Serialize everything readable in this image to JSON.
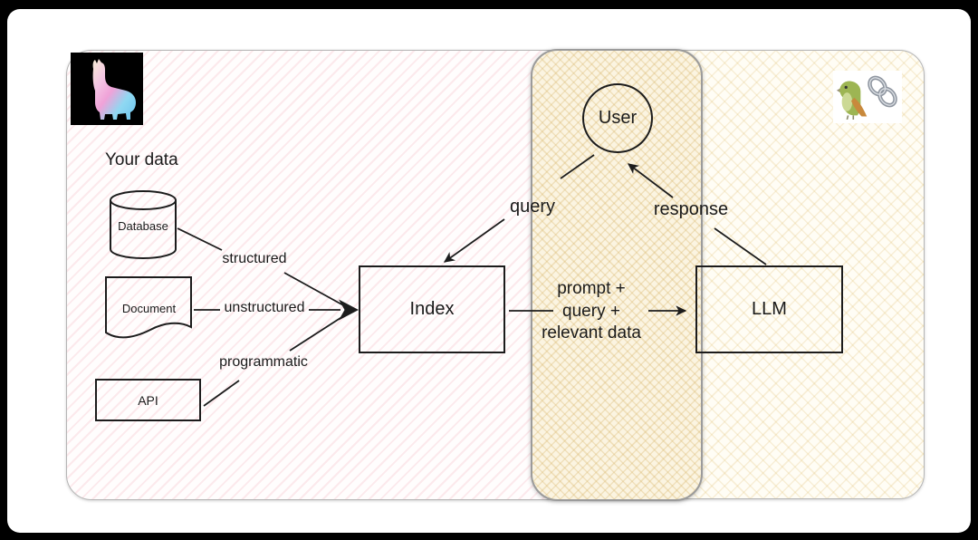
{
  "slide": {
    "bg_color": "#ffffff",
    "frame_color": "#000000"
  },
  "logos": {
    "llamaindex": {
      "icon": "llama-icon",
      "bg": "#000000",
      "gradient": [
        "#f6ecd2",
        "#f2a9da",
        "#7fd3f2"
      ]
    },
    "langchain": {
      "icons": [
        "parrot-icon",
        "chain-icon"
      ],
      "bg": "#ffffff"
    }
  },
  "panels": {
    "data_panel": {
      "hatch": "pink-diagonal",
      "line_color": "#f2dadf",
      "bg": "#fffdfd"
    },
    "middle_panel": {
      "hatch": "tan-crosshatch",
      "line_color": "#e5d2a4",
      "bg": "#fbf4e1"
    },
    "llm_panel": {
      "hatch": "cream-crosshatch",
      "line_color": "#f0e3c4",
      "bg": "#fffdf5"
    }
  },
  "diagram": {
    "section_label": "Your data",
    "nodes": {
      "database": "Database",
      "document": "Document",
      "api": "API",
      "index": "Index",
      "llm": "LLM",
      "user": "User"
    },
    "edges": {
      "structured": "structured",
      "unstructured": "unstructured",
      "programmatic": "programmatic",
      "query": "query",
      "response": "response",
      "prompt_line1": "prompt +",
      "prompt_line2": "query +",
      "prompt_line3": "relevant data"
    },
    "line_color": "#1c1c1c"
  }
}
